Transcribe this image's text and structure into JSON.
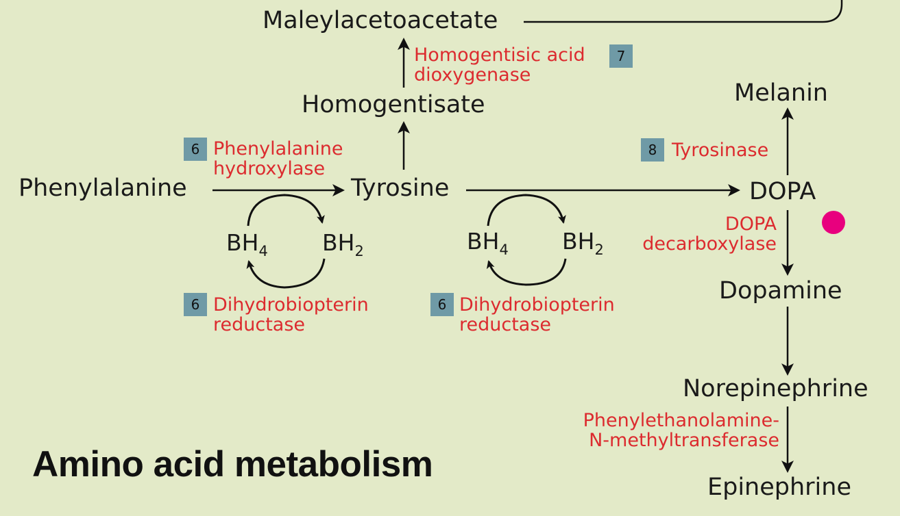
{
  "title": "Amino acid metabolism",
  "metabolites": {
    "maleylacetoacetate": "Maleylacetoacetate",
    "homogentisate": "Homogentisate",
    "phenylalanine": "Phenylalanine",
    "tyrosine": "Tyrosine",
    "dopa": "DOPA",
    "melanin": "Melanin",
    "dopamine": "Dopamine",
    "norepinephrine": "Norepinephrine",
    "epinephrine": "Epinephrine"
  },
  "enzymes": {
    "homogentisic_1": "Homogentisic acid",
    "homogentisic_2": "dioxygenase",
    "phe_hydroxylase_1": "Phenylalanine",
    "phe_hydroxylase_2": "hydroxylase",
    "tyrosinase": "Tyrosinase",
    "dopa_decarb_1": "DOPA",
    "dopa_decarb_2": "decarboxylase",
    "dhbr_left_1": "Dihydrobiopterin",
    "dhbr_left_2": "reductase",
    "dhbr_right_1": "Dihydrobiopterin",
    "dhbr_right_2": "reductase",
    "pnmt_1": "Phenylethanolamine-",
    "pnmt_2": "N-methyltransferase"
  },
  "badges": {
    "homogentisic": "7",
    "phe_hydroxylase": "6",
    "tyrosinase": "8",
    "dhbr_left": "6",
    "dhbr_right": "6"
  },
  "cofactors": {
    "bh_base": "BH",
    "bh4_sub": "4",
    "bh2_sub": "2"
  },
  "colors": {
    "background": "#e3eac8",
    "enzyme_text": "#dc2b2f",
    "badge": "#6f9aa6",
    "marker_dot": "#e8007e"
  }
}
